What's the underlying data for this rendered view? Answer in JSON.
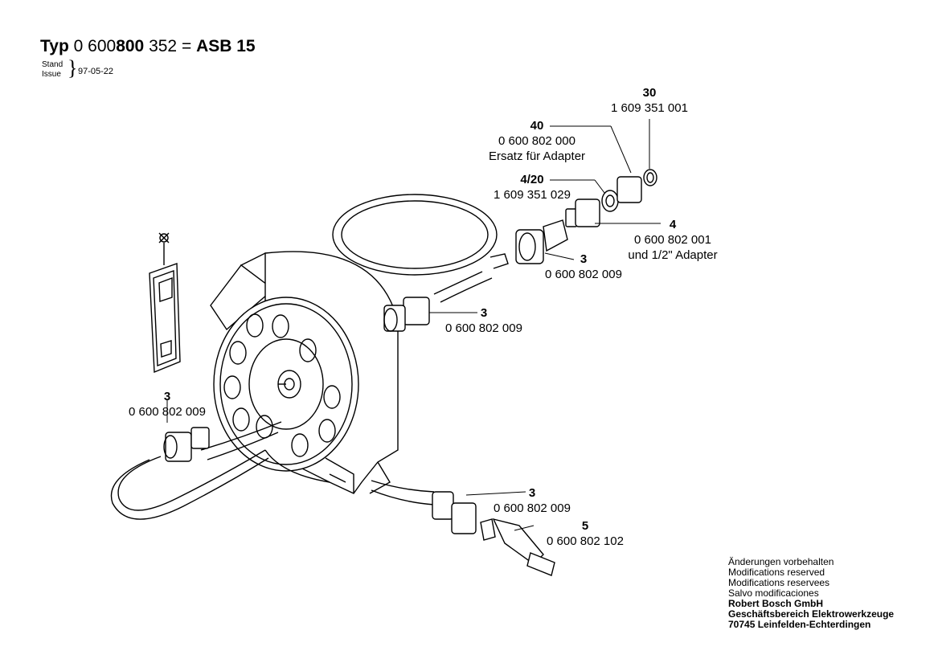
{
  "header": {
    "title_typ": "Typ",
    "title_code_a": "0 600",
    "title_code_b": "800",
    "title_code_c": "352 =",
    "title_model": "ASB 15",
    "stand_label": "Stand",
    "issue_label": "Issue",
    "date": "97-05-22"
  },
  "callouts": [
    {
      "num": "30",
      "text": "1 609 351 001"
    },
    {
      "num": "40",
      "text": "0 600 802 000",
      "text2": "Ersatz für Adapter"
    },
    {
      "num": "4/20",
      "text": "1 609 351 029"
    },
    {
      "num": "4",
      "text": "0 600 802 001",
      "text2": "und 1/2\" Adapter"
    },
    {
      "num": "3",
      "text": "0 600 802 009"
    },
    {
      "num": "3",
      "text": "0 600 802 009"
    },
    {
      "num": "3",
      "text": "0 600 802 009"
    },
    {
      "num": "3",
      "text": "0 600 802 009"
    },
    {
      "num": "5",
      "text": "0 600 802 102"
    }
  ],
  "notice": [
    "Änderungen vorbehalten",
    "Modifications reserved",
    "Modifications reservees",
    "Salvo modificaciones",
    "Robert Bosch GmbH",
    "Geschäftsbereich Elektrowerkzeuge",
    "70745 Leinfelden-Echterdingen"
  ],
  "icons": {
    "not_supplied": "crossed-circle-icon"
  }
}
